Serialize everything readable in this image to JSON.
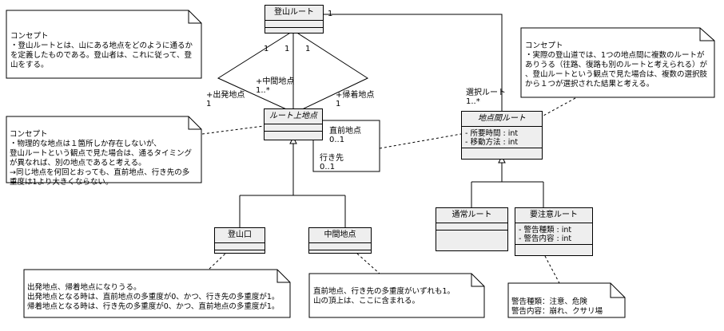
{
  "notes": {
    "n1": "コンセプト\n・登山ルートとは、山にある地点をどのように通るか\nを定義したものである。登山者は、これに従って、登\n山をする。",
    "n2": "コンセプト\n・実際の登山道では、1つの地点間に複数のルートが\nありうる（往路、復路も別のルートと考えられる）が\n、登山ルートという観点で見た場合は、複数の選択肢\nから１つが選択された結果と考える。",
    "n3": "コンセプト\n・物理的な地点は１箇所しか存在しないが、\n登山ルートという観点で見た場合は、通るタイミング\nが異なれば、別の地点であると考える。\n→同じ地点を何回とおっても、直前地点、行き先の多\n重度は1より大きくならない。",
    "n4": "出発地点、帰着地点になりうる。\n出発地点となる時は、直前地点の多重度が0、かつ、行き先の多重度が1。\n帰着地点となる時は、行き先の多重度が0、かつ、直前地点の多重度が1。",
    "n5": "直前地点、行き先の多重度がいずれも1。\n山の頂上は、ここに含まれる。",
    "n6": "警告種類：注意、危険\n警告内容：崩れ、クサリ場"
  },
  "classes": {
    "tozan_route": {
      "name": "登山ルート"
    },
    "route_point": {
      "name": "ルート上地点"
    },
    "segment_route": {
      "name": "地点間ルート",
      "attrs": [
        "- 所要時間 : int",
        "- 移動方法 : int"
      ]
    },
    "trailhead": {
      "name": "登山口"
    },
    "midpoint": {
      "name": "中間地点"
    },
    "normal_route": {
      "name": "通常ルート"
    },
    "caution_route": {
      "name": "要注意ルート",
      "attrs": [
        "- 警告種類 : int",
        "- 警告内容 : int"
      ]
    }
  },
  "labels": {
    "m_top_right": "1",
    "m1a": "1",
    "m1b": "1",
    "m1c": "1",
    "start_role": "+出発地点\n1",
    "mid_role": "+中間地点\n1..*",
    "return_role": "+帰着地点\n1",
    "prev_role": "直前地点\n0..1",
    "next_role": "行き先\n0..1",
    "select_role": "選択ルート\n1..*"
  }
}
